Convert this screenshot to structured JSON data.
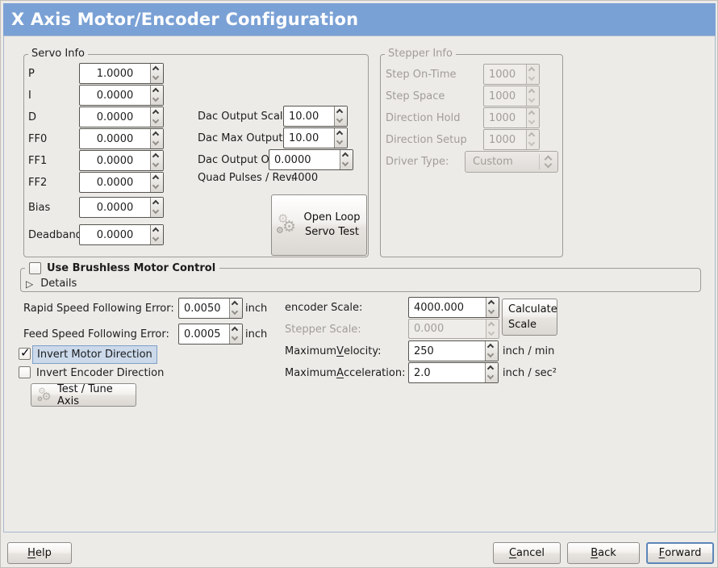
{
  "title": "X Axis Motor/Encoder Configuration",
  "icons": {
    "gear": "⚙",
    "check": "✓",
    "expander": "▷"
  },
  "colors": {
    "titlebar": "#7aa1d5",
    "focus_border": "#5c86b8",
    "selection_highlight": "#cbd9eb",
    "disabled_text": "#a19d98"
  },
  "servo_info": {
    "legend": "Servo Info",
    "rows": [
      {
        "label": "P",
        "value": "1.0000"
      },
      {
        "label": "I",
        "value": "0.0000"
      },
      {
        "label": "D",
        "value": "0.0000"
      },
      {
        "label": "FF0",
        "value": "0.0000"
      },
      {
        "label": "FF1",
        "value": "0.0000"
      },
      {
        "label": "FF2",
        "value": "0.0000"
      },
      {
        "label": "Bias",
        "value": "0.0000"
      },
      {
        "label": "Deadband",
        "value": "0.0000"
      }
    ],
    "dac_rows": [
      {
        "label": "Dac Output Scale:",
        "value": "10.00"
      },
      {
        "label": "Dac Max Output:",
        "value": "10.00"
      },
      {
        "label": "Dac Output Offset:",
        "value": "0.0000"
      }
    ],
    "quad_label": "Quad Pulses / Rev:",
    "quad_value": "4000",
    "open_loop_test_button": "Open Loop Servo Test"
  },
  "stepper_info": {
    "legend": "Stepper Info",
    "rows": [
      {
        "label": "Step On-Time",
        "value": "1000"
      },
      {
        "label": "Step Space",
        "value": "1000"
      },
      {
        "label": "Direction Hold",
        "value": "1000"
      },
      {
        "label": "Direction Setup",
        "value": "1000"
      }
    ],
    "driver_type_label": "Driver Type:",
    "driver_type_value": "Custom"
  },
  "brushless": {
    "checkbox_label": "Use Brushless Motor Control",
    "details_label": "Details"
  },
  "following_error": {
    "rapid_label": "Rapid Speed Following Error:",
    "rapid_value": "0.0050",
    "rapid_unit": "inch",
    "feed_label": "Feed Speed Following Error:",
    "feed_value": "0.0005",
    "feed_unit": "inch"
  },
  "scale": {
    "encoder_label": "encoder Scale:",
    "encoder_value": "4000.000",
    "calculate_button": "Calculate Scale",
    "stepper_label": "Stepper Scale:",
    "stepper_value": "0.000",
    "velocity_label": {
      "pre": "Maximum ",
      "key": "V",
      "post": "elocity:"
    },
    "velocity_value": "250",
    "velocity_unit": "inch / min",
    "accel_label": {
      "pre": "Maximum ",
      "key": "A",
      "post": "cceleration:"
    },
    "accel_value": "2.0",
    "accel_unit": "inch / sec²"
  },
  "direction": {
    "invert_motor_label": "Invert Motor Direction",
    "invert_encoder_label": "Invert Encoder Direction",
    "test_tune_button": "Test / Tune Axis"
  },
  "footer": {
    "help": {
      "pre": "",
      "key": "H",
      "post": "elp"
    },
    "cancel": {
      "pre": "",
      "key": "C",
      "post": "ancel"
    },
    "back": {
      "pre": "",
      "key": "B",
      "post": "ack"
    },
    "forward": {
      "pre": "",
      "key": "F",
      "post": "orward"
    }
  }
}
